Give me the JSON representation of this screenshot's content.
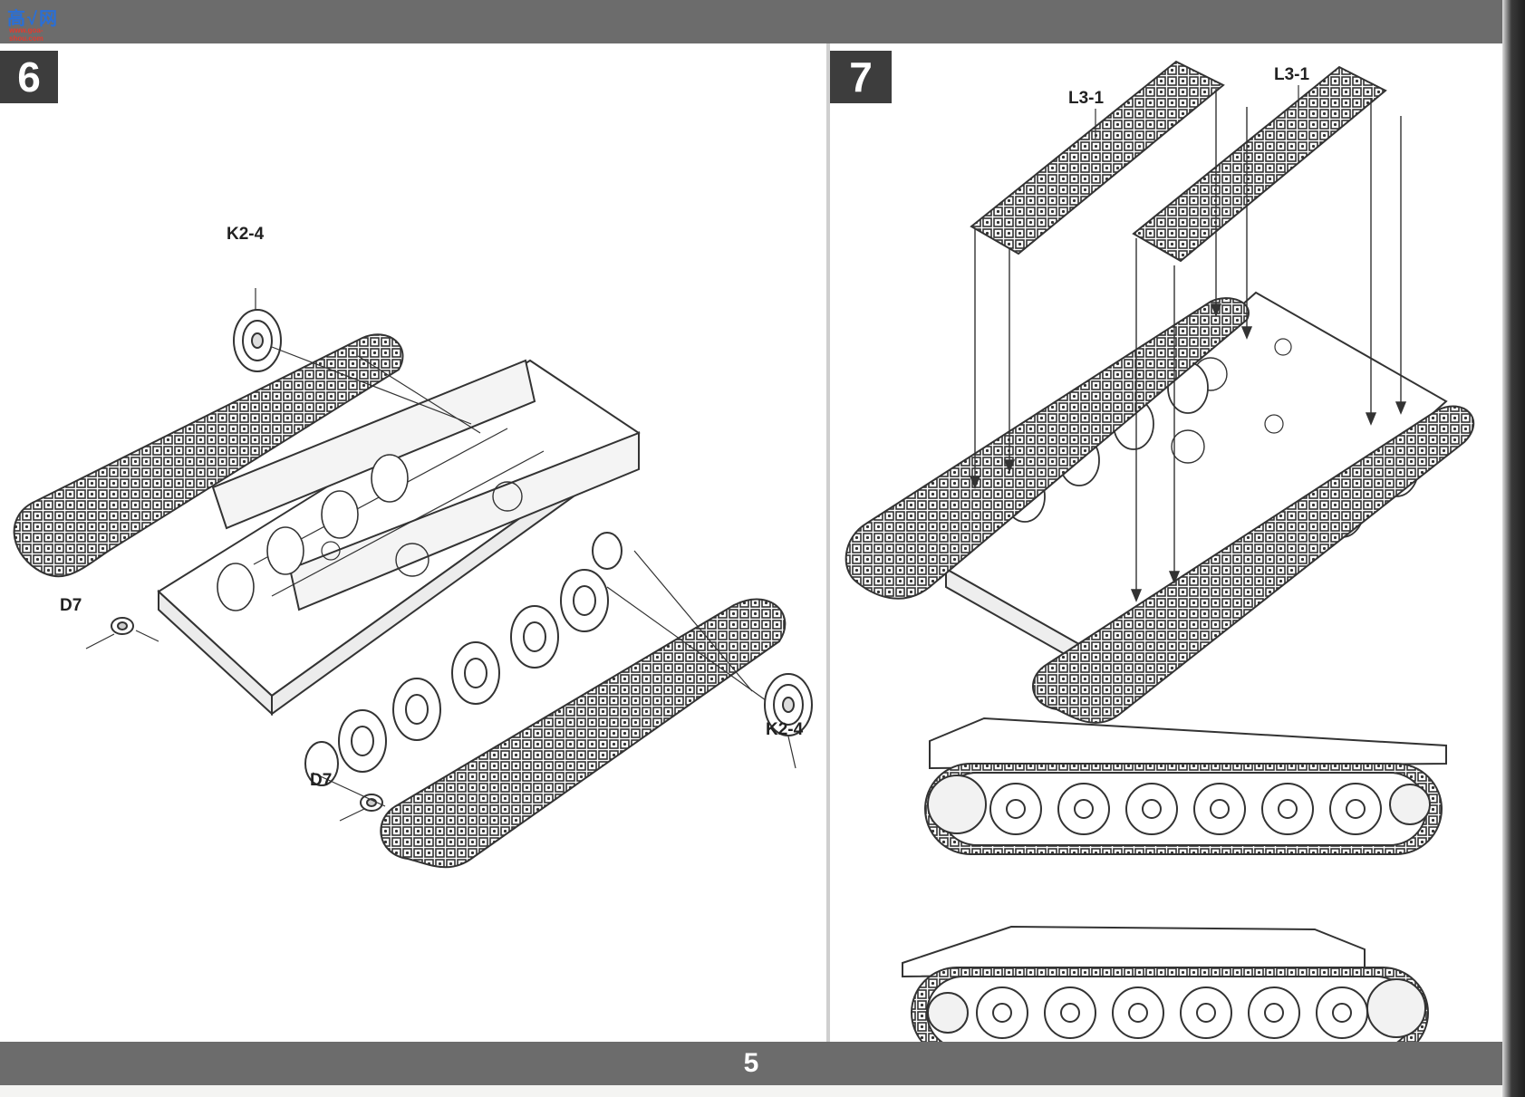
{
  "watermark": {
    "text": "高√网",
    "url": "www.goa-shou.com"
  },
  "step6": {
    "number": "6",
    "callouts": {
      "wheel_top": "K2-4",
      "wheel_bottom": "K2-4",
      "hub_left": "D7",
      "hub_bottom": "D7"
    }
  },
  "step7": {
    "number": "7",
    "callouts": {
      "track_left": "L3-1",
      "track_right": "L3-1"
    }
  },
  "footer": {
    "page_number": "5"
  },
  "colors": {
    "bars": "#6c6c6c",
    "badge": "#3d3d3d",
    "line_art": "#222222"
  }
}
